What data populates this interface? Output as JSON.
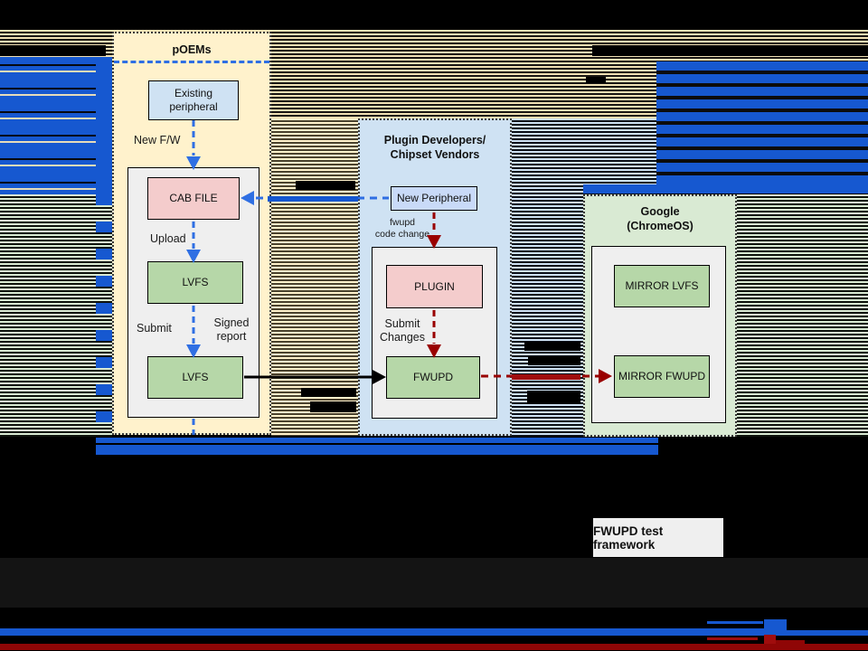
{
  "colors": {
    "blue": "#2f6fe3",
    "glitch_blue": "#1658d0",
    "glitch_red": "#a00d0d",
    "dark_red": "#990000",
    "cream_panel": "#fff2cc",
    "light_blue_panel": "#cfe2f3",
    "light_green_panel": "#d9ead3",
    "box_green": "#b6d7a8",
    "box_pink": "#f4cccc",
    "box_blue": "#c9daf8",
    "box_gray": "#efefef"
  },
  "poems_panel": {
    "title": "pOEMs",
    "existing_peripheral": "Existing\nperipheral",
    "new_fw_label": "New F/W",
    "cab_file": "CAB FILE",
    "upload_label": "Upload",
    "lvfs_top": "LVFS",
    "submit_label": "Submit",
    "signed_report_label": "Signed\nreport",
    "lvfs_bottom": "LVFS"
  },
  "plugin_panel": {
    "title": "Plugin Developers/\nChipset Vendors",
    "new_peripheral": "New Peripheral",
    "fwupd_code_change_label": "fwupd\ncode change",
    "plugin_box": "PLUGIN",
    "submit_changes_label": "Submit\nChanges",
    "fwupd_box": "FWUPD"
  },
  "google_panel": {
    "title": "Google\n(ChromeOS)",
    "mirror_lvfs": "MIRROR LVFS",
    "mirror_fwupd": "MIRROR FWUPD"
  },
  "footer": {
    "test_framework": "FWUPD test framework"
  }
}
